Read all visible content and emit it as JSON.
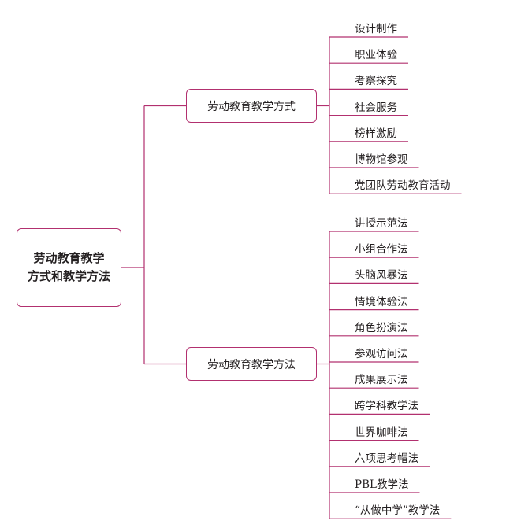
{
  "root": "劳动教育教学\n方式和教学方法",
  "branches": [
    {
      "label": "劳动教育教学方式",
      "items": [
        "设计制作",
        "职业体验",
        "考察探究",
        "社会服务",
        "榜样激励",
        "博物馆参观",
        "党团队劳动教育活动"
      ]
    },
    {
      "label": "劳动教育教学方法",
      "items": [
        "讲授示范法",
        "小组合作法",
        "头脑风暴法",
        "情境体验法",
        "角色扮演法",
        "参观访问法",
        "成果展示法",
        "跨学科教学法",
        "世界咖啡法",
        "六项思考帽法",
        "PBL教学法",
        "“从做中学”教学法"
      ]
    }
  ],
  "colors": {
    "line": "#b2306f",
    "text": "#231f20"
  }
}
